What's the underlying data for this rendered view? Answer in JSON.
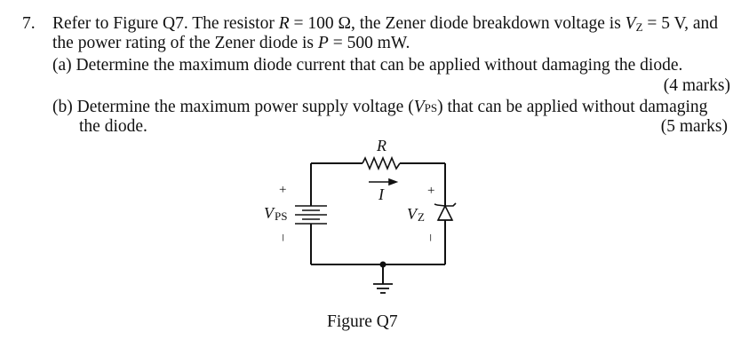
{
  "question": {
    "number": "7.",
    "line1": {
      "a": "Refer to Figure Q7. The resistor ",
      "R": "R",
      "b": " = 100 Ω, the Zener diode breakdown voltage is ",
      "V": "V",
      "Z": "Z",
      "c": " = 5 V, and"
    },
    "line2": {
      "a": "the power rating of the Zener diode is ",
      "P": "P",
      "b": " = 500 mW."
    },
    "part_a": {
      "text": "(a) Determine the maximum diode current that can be applied without damaging the diode.",
      "marks": "(4 marks)"
    },
    "part_b": {
      "a": "(b) Determine the maximum power supply voltage (",
      "V": "V",
      "PS": "PS",
      "b": ") that can be applied without damaging",
      "line2": "the diode.",
      "marks": "(5 marks)"
    }
  },
  "figure": {
    "labels": {
      "R": "R",
      "I": "I",
      "V": "V",
      "PS": "PS",
      "Z": "Z",
      "plus": "+",
      "minus": "–"
    },
    "caption": "Figure Q7"
  }
}
